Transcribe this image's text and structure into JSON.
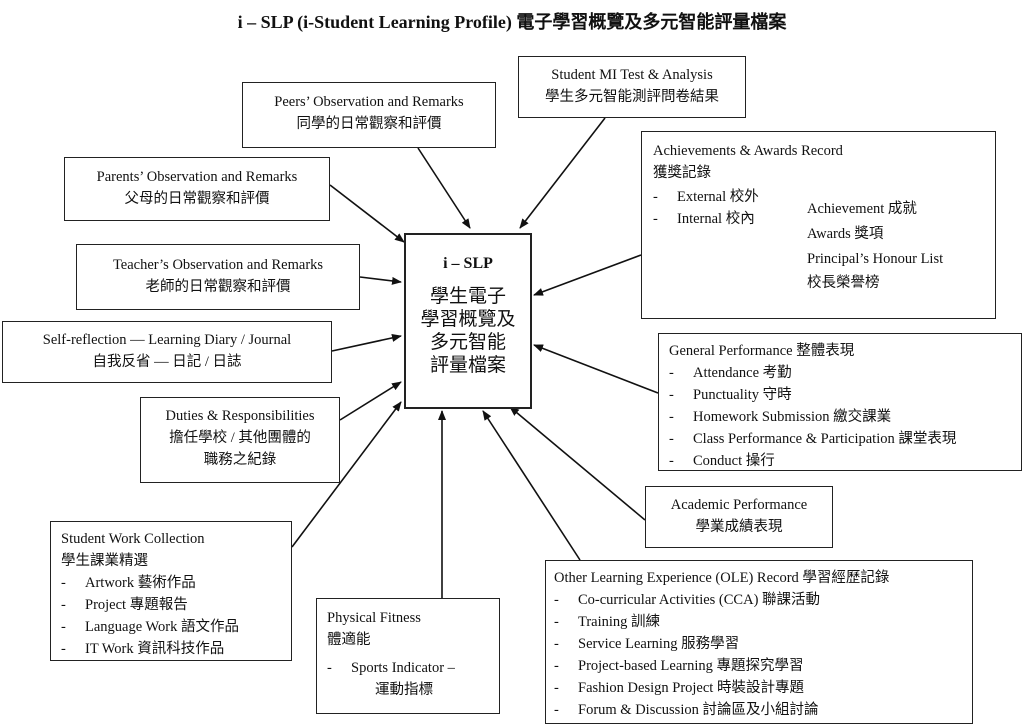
{
  "title": "i – SLP    (i-Student Learning Profile)  電子學習概覽及多元智能評量檔案",
  "hub": {
    "title": "i – SLP",
    "body": [
      "學生電子",
      "學習概覽及",
      "多元智能",
      "評量檔案"
    ]
  },
  "mi_test": {
    "en": "Student MI Test & Analysis",
    "zh": "學生多元智能測評問卷結果"
  },
  "peers": {
    "en": "Peers’ Observation and Remarks",
    "zh": "同學的日常觀察和評價"
  },
  "parents": {
    "en": "Parents’ Observation and Remarks",
    "zh": "父母的日常觀察和評價"
  },
  "teacher": {
    "en": "Teacher’s Observation and Remarks",
    "zh": "老師的日常觀察和評價"
  },
  "self_reflection": {
    "en": "Self-reflection  —  Learning Diary / Journal",
    "zh": "自我反省  —  日記  /  日誌"
  },
  "duties": {
    "en": "Duties & Responsibilities",
    "zh": [
      "擔任學校  /  其他團體的",
      "職務之紀錄"
    ]
  },
  "achievements": {
    "en": "Achievements & Awards Record",
    "zh": "獲獎記錄",
    "external": "External  校外",
    "internal": "Internal  校內",
    "sub": [
      "Achievement  成就",
      "Awards  獎項",
      "Principal’s Honour List",
      "校長榮譽榜"
    ]
  },
  "general": {
    "heading": "General Performance  整體表現",
    "items": [
      "Attendance  考勤",
      "Punctuality  守時",
      "Homework Submission  繳交課業",
      "Class Performance & Participation  課堂表現",
      "Conduct  操行"
    ]
  },
  "academic": {
    "en": "Academic Performance",
    "zh": "學業成績表現"
  },
  "ole": {
    "heading": "Other Learning Experience (OLE) Record  學習經歷記錄",
    "items": [
      "Co-curricular Activities (CCA)  聯課活動",
      "Training  訓練",
      "Service Learning  服務學習",
      "Project-based Learning  專題探究學習",
      "Fashion Design Project  時裝設計專題",
      "Forum & Discussion  討論區及小組討論"
    ]
  },
  "physical": {
    "en": "Physical Fitness",
    "zh": "體適能",
    "item": "Sports Indicator –",
    "item_zh": "運動指標"
  },
  "work": {
    "en": "Student Work Collection",
    "zh": "學生課業精選",
    "items": [
      "Artwork  藝術作品",
      "Project  專題報告",
      "Language Work  語文作品",
      "IT Work  資訊科技作品"
    ]
  },
  "dash": "-"
}
